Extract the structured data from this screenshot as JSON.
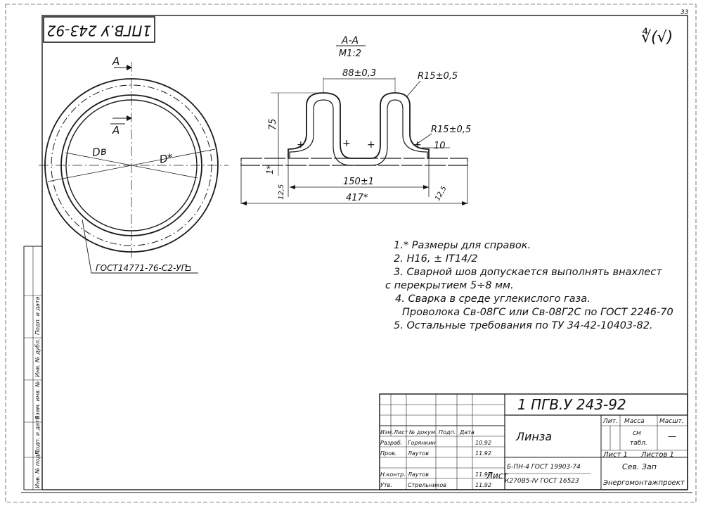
{
  "page_number": "33",
  "corner_designation_rotated": "1ПГВ.У 243-92",
  "roughness_symbol": "∜(√)",
  "section": {
    "title": "А-А",
    "scale": "М1:2"
  },
  "section_arrow_label": "А",
  "dims": {
    "top_span": "88±0,3",
    "r_top": "R15±0,5",
    "r_side": "R15±0,5",
    "height": "75",
    "wall": "10",
    "one_star": "1*",
    "inner_width": "150±1",
    "outer_width": "417*",
    "thk_left": "12,5",
    "thk_right": "12,5"
  },
  "circle": {
    "d_inner": "Dв",
    "d_outer": "D*",
    "weld_label": "ГОСТ14771-76-С2-УП"
  },
  "notes": [
    "1.* Размеры для справок.",
    "2. Н16, ± IT14/2",
    "3. Сварной шов допускается выполнять внахлест",
    "с перекрытием 5÷8 мм.",
    "4. Сварка в среде углекислого газа.",
    "Проволока Св-08ГС или Св-08Г2С по ГОСТ 2246-70",
    "5. Остальные требования по ТУ 34-42-10403-82."
  ],
  "title_block": {
    "designation": "1 ПГВ.У 243-92",
    "name": "Линза",
    "lit": "Лит.",
    "mass": "Масса",
    "scale": "Масшт.",
    "mass_value": "см",
    "mass_note": "табл.",
    "sheet": "Лист 1",
    "sheets": "Листов 1",
    "org1": "Сев. Зап",
    "org2": "Энергомонтажпроект",
    "material": "Б-ПН-4 ГОСТ 19903-74",
    "material2": "К270В5-IV ГОСТ 16523",
    "rows": [
      {
        "role": "Изм.",
        "name": "Лист",
        "doc": "№ докум.",
        "sign": "Подп.",
        "date": "Дата"
      },
      {
        "role": "Разраб.",
        "name": "Горянкин",
        "doc": "",
        "sign": "",
        "date": "10.92"
      },
      {
        "role": "Пров.",
        "name": "Лаутов",
        "doc": "",
        "sign": "",
        "date": "11.92"
      },
      {
        "role": "Н.контр.",
        "name": "Лаутов",
        "doc": "",
        "sign": "",
        "date": "11.92"
      },
      {
        "role": "Утв.",
        "name": "Стрельников",
        "doc": "",
        "sign": "",
        "date": "11.92"
      }
    ]
  },
  "side_strip": [
    "Инв. № подл.",
    "Подп. и дата",
    "Взам. инв. №",
    "Инв. № дубл.",
    "Подп. и дата"
  ]
}
